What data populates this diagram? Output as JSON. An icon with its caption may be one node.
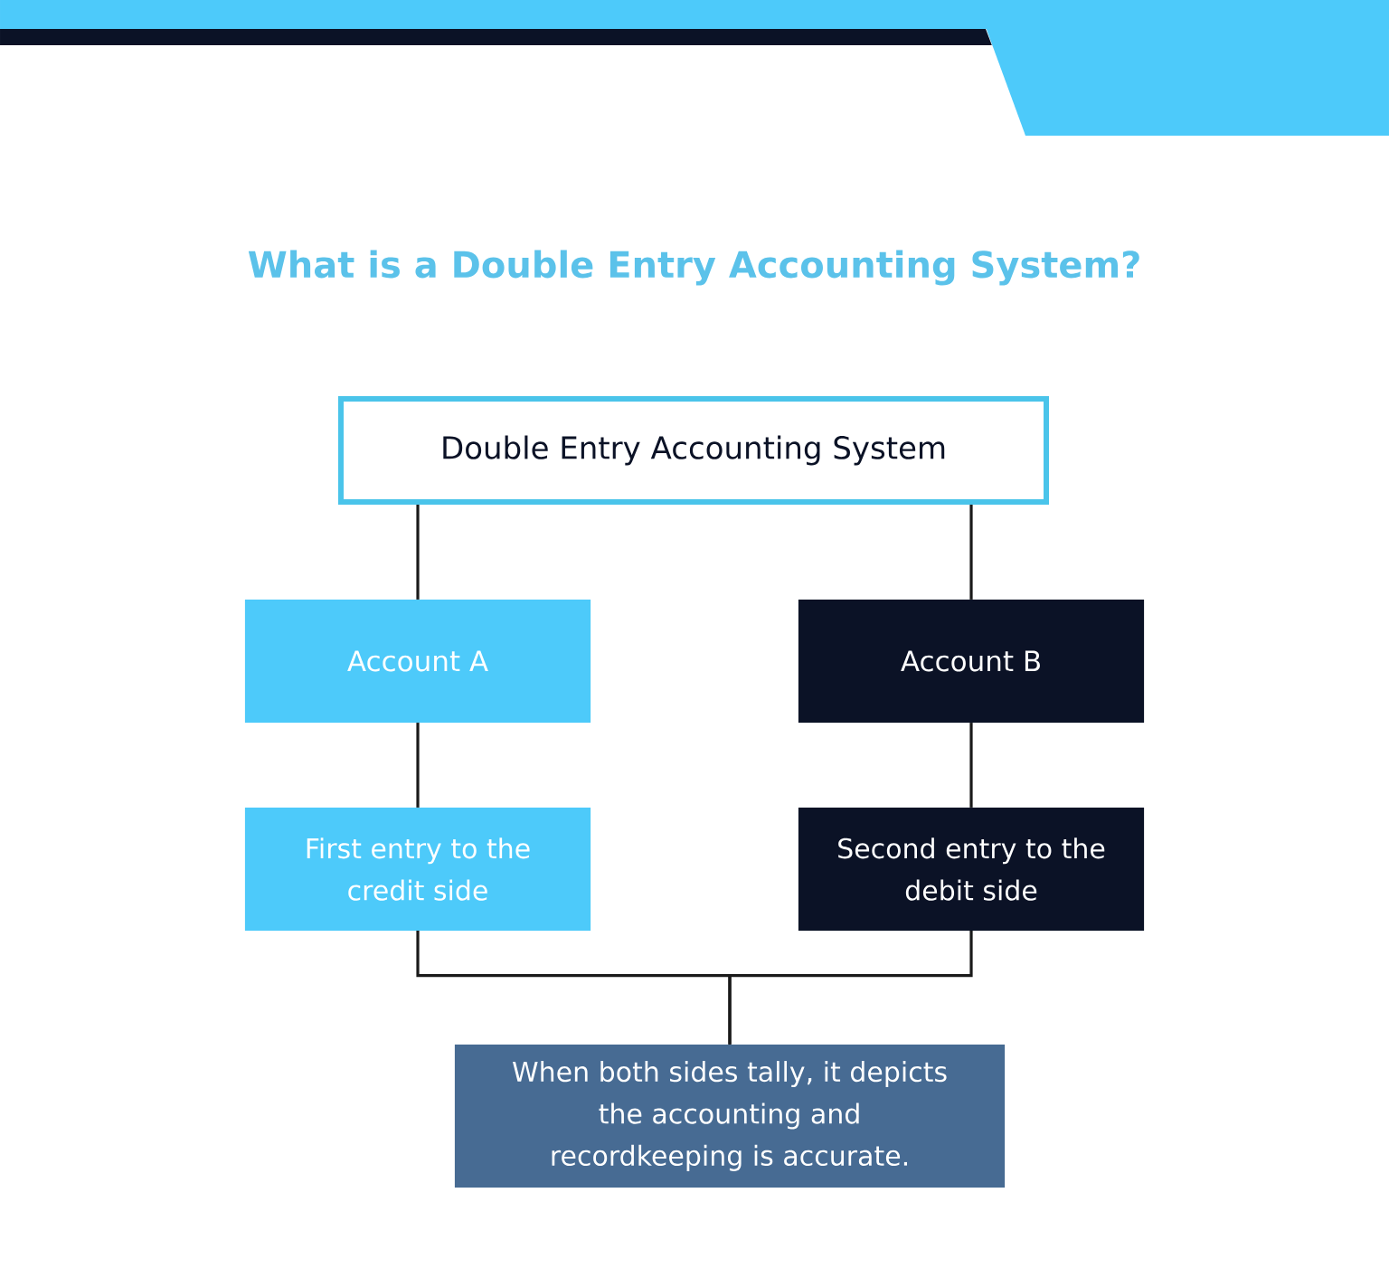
{
  "diagram": {
    "title": "What is a Double Entry Accounting System?",
    "nodes": [
      {
        "text": [
          "Double Entry Accounting System"
        ]
      },
      {
        "text": [
          "Account A"
        ]
      },
      {
        "text": [
          "Account B"
        ]
      },
      {
        "text": [
          "First entry to the credit side"
        ]
      },
      {
        "text": [
          "Second entry to the debit side"
        ]
      },
      {
        "text": [
          "When both sides tally, it depicts the accounting and recordkeeping is accurate."
        ]
      }
    ],
    "edges": [
      {
        "from": 0,
        "to": 1,
        "arrow": "none"
      },
      {
        "from": 0,
        "to": 2,
        "arrow": "none"
      },
      {
        "from": 1,
        "to": 3,
        "arrow": "none"
      },
      {
        "from": 2,
        "to": 4,
        "arrow": "none"
      },
      {
        "from": 3,
        "to": 5,
        "arrow": "none"
      },
      {
        "from": 4,
        "to": 5,
        "arrow": "none"
      }
    ]
  }
}
